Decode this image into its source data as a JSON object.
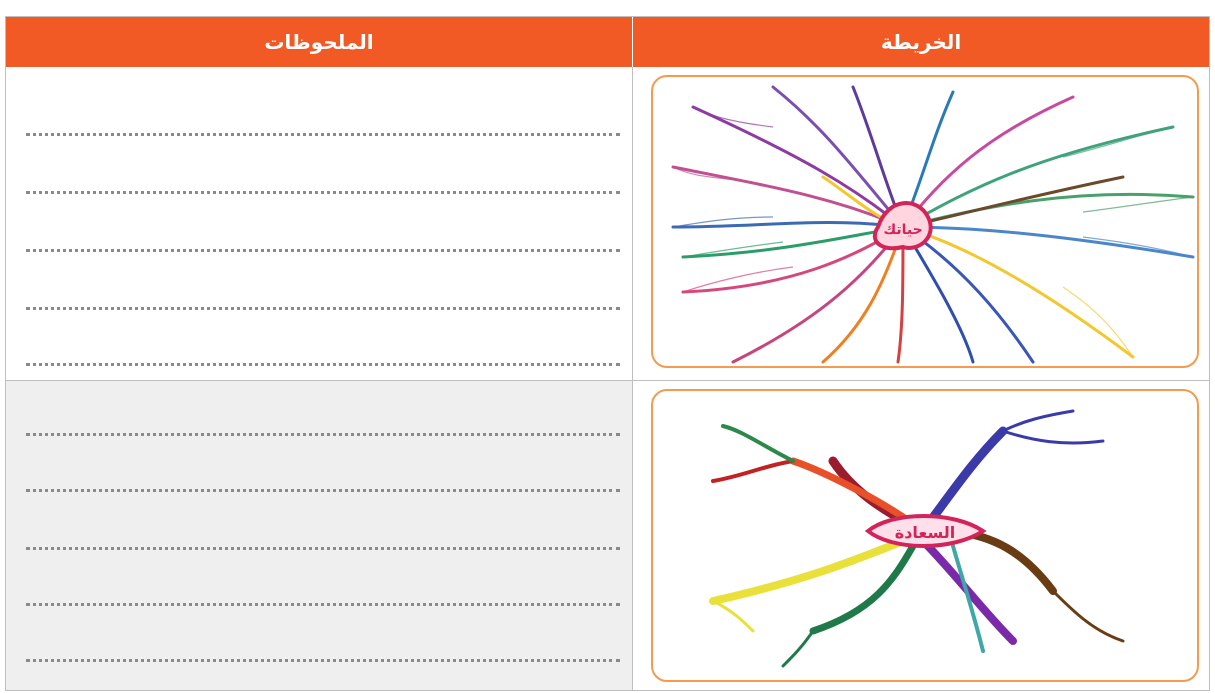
{
  "table": {
    "header": {
      "notes_label": "الملحوظات",
      "map_label": "الخريطة"
    },
    "rows": [
      {
        "map": {
          "center_label": "حياتك"
        }
      },
      {
        "map": {
          "center_label": "السعادة"
        }
      }
    ]
  },
  "colors": {
    "header_bg": "#f15a24",
    "header_text": "#ffffff",
    "map_frame_border": "#f59a4e",
    "row2_bg": "#efefef",
    "dotted_line": "#8a8a8a"
  }
}
